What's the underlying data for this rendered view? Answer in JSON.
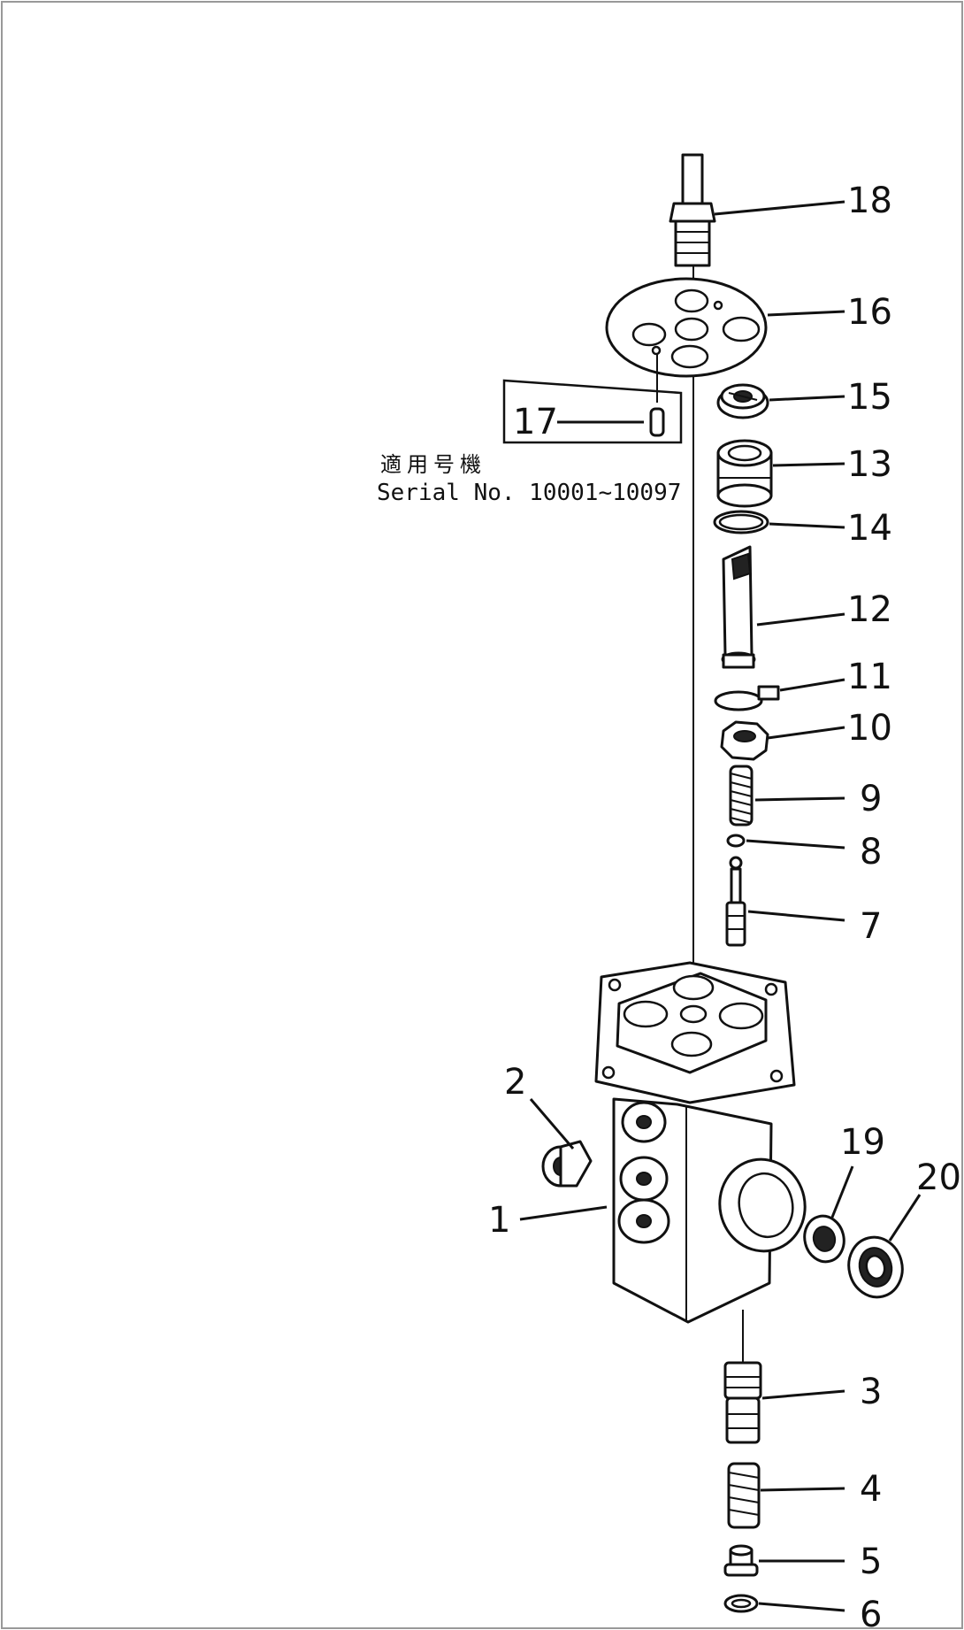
{
  "serial_note": {
    "jp": "適用号機",
    "serial": "Serial No. 10001~10097"
  },
  "callouts": [
    {
      "id": "c1",
      "label": "1"
    },
    {
      "id": "c2",
      "label": "2"
    },
    {
      "id": "c3",
      "label": "3"
    },
    {
      "id": "c4",
      "label": "4"
    },
    {
      "id": "c5",
      "label": "5"
    },
    {
      "id": "c6",
      "label": "6"
    },
    {
      "id": "c7",
      "label": "7"
    },
    {
      "id": "c8",
      "label": "8"
    },
    {
      "id": "c9",
      "label": "9"
    },
    {
      "id": "c10",
      "label": "10"
    },
    {
      "id": "c11",
      "label": "11"
    },
    {
      "id": "c12",
      "label": "12"
    },
    {
      "id": "c13",
      "label": "13"
    },
    {
      "id": "c14",
      "label": "14"
    },
    {
      "id": "c15",
      "label": "15"
    },
    {
      "id": "c16",
      "label": "16"
    },
    {
      "id": "c17",
      "label": "17"
    },
    {
      "id": "c18",
      "label": "18"
    },
    {
      "id": "c19",
      "label": "19"
    },
    {
      "id": "c20",
      "label": "20"
    }
  ]
}
